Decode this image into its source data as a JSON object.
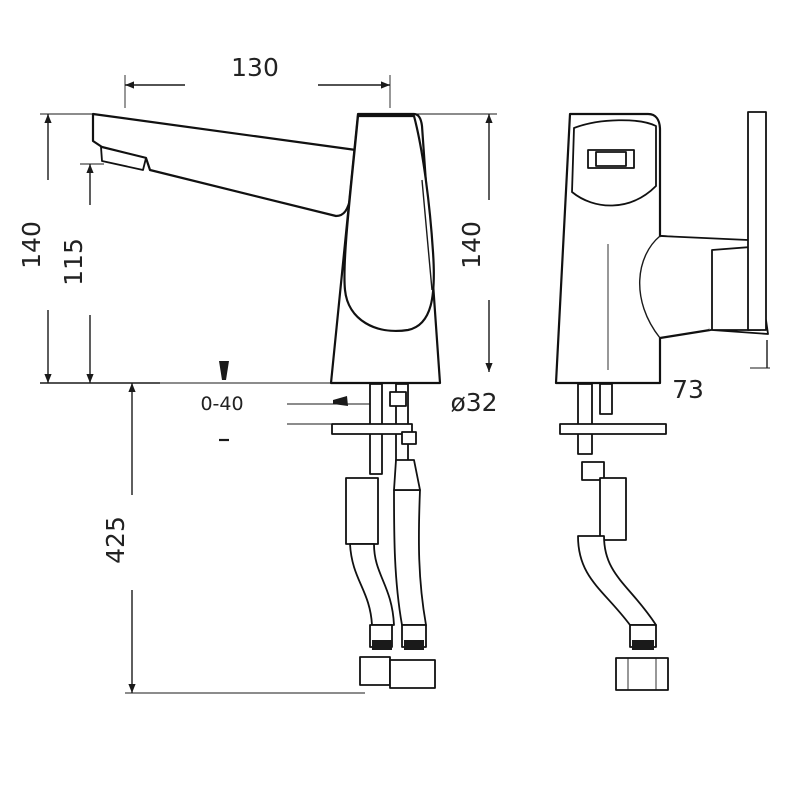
{
  "dimensions": {
    "spout_reach": "130",
    "height_total_left": "140",
    "height_outlet": "115",
    "height_total_right": "140",
    "deck_thickness": "0-40",
    "base_diameter": "ø32",
    "depth": "73",
    "hose_length": "425"
  }
}
